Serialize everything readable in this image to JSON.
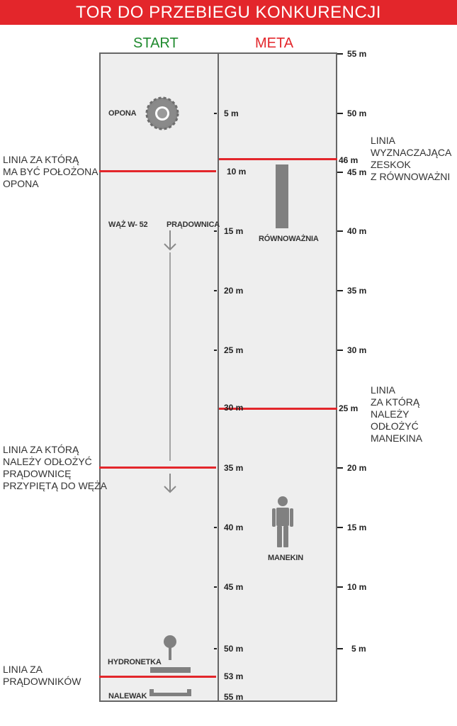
{
  "title": "TOR DO PRZEBIEGU KONKURENCJI",
  "columns": {
    "start": "START",
    "meta": "META"
  },
  "side_labels": {
    "opona_line": [
      "LINIA ZA KTÓRĄ",
      "MA BYĆ POŁOŻONA",
      "OPONA"
    ],
    "pradownica_line": [
      "LINIA ZA KTÓRĄ",
      "NALEŻY ODŁOŻYĆ",
      "PRĄDOWNICĘ",
      "PRZYPIĘTĄ DO WĘŻA"
    ],
    "pradowniki_line": [
      "LINIA ZA",
      "PRĄDOWNIKÓW"
    ],
    "zeskok_line": [
      "LINIA",
      "WYZNACZAJĄCA",
      "ZESKOK",
      "Z RÓWNOWAŻNI"
    ],
    "manekin_line": [
      "LINIA",
      "ZA KTÓRĄ NALEŻY",
      "ODŁOŻYĆ",
      "MANEKINA"
    ]
  },
  "items": {
    "opona": "OPONA",
    "waz": "WĄŻ W- 52",
    "pradownica": "PRĄDOWNICA",
    "rownowaznia": "RÓWNOWAŻNIA",
    "manekin": "MANEKIN",
    "hydronetka": "HYDRONETKA",
    "nalewak": "NALEWAK"
  },
  "middle_scale": [
    "5 m",
    "10 m",
    "15 m",
    "20 m",
    "25 m",
    "30 m",
    "35 m",
    "40 m",
    "45 m",
    "50 m",
    "53 m",
    "55 m"
  ],
  "right_scale": [
    "55 m",
    "50 m",
    "46 m",
    "45 m",
    "40 m",
    "35 m",
    "30 m",
    "25 m",
    "20 m",
    "15 m",
    "10 m",
    "5 m"
  ],
  "colors": {
    "header": "#e3262b",
    "start": "#1f8a2e",
    "meta": "#e3262b",
    "lane": "#eeeeee",
    "equipment": "#808080"
  }
}
